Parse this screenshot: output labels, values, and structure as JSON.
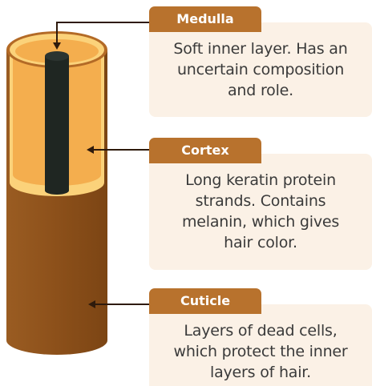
{
  "layers": [
    {
      "id": "medulla",
      "name": "Medulla",
      "description": [
        "Soft inner layer. Has an",
        "uncertain composition",
        "and role."
      ]
    },
    {
      "id": "cortex",
      "name": "Cortex",
      "description": [
        "Long keratin protein",
        "strands. Contains",
        "melanin, which gives",
        "hair color."
      ]
    },
    {
      "id": "cuticle",
      "name": "Cuticle",
      "description": [
        "Layers of dead cells,",
        "which protect the inner",
        "layers of hair."
      ]
    }
  ],
  "colors": {
    "cuticle": "#8a4f1a",
    "cuticle_light": "#a7692b",
    "cortex_outer": "#fbd27a",
    "cortex_inner": "#f4ae4e",
    "medulla": "#1f2622",
    "label_tab": "#b8722d",
    "card_bg": "#fbf1e6",
    "arrow": "#2e1a0c"
  }
}
